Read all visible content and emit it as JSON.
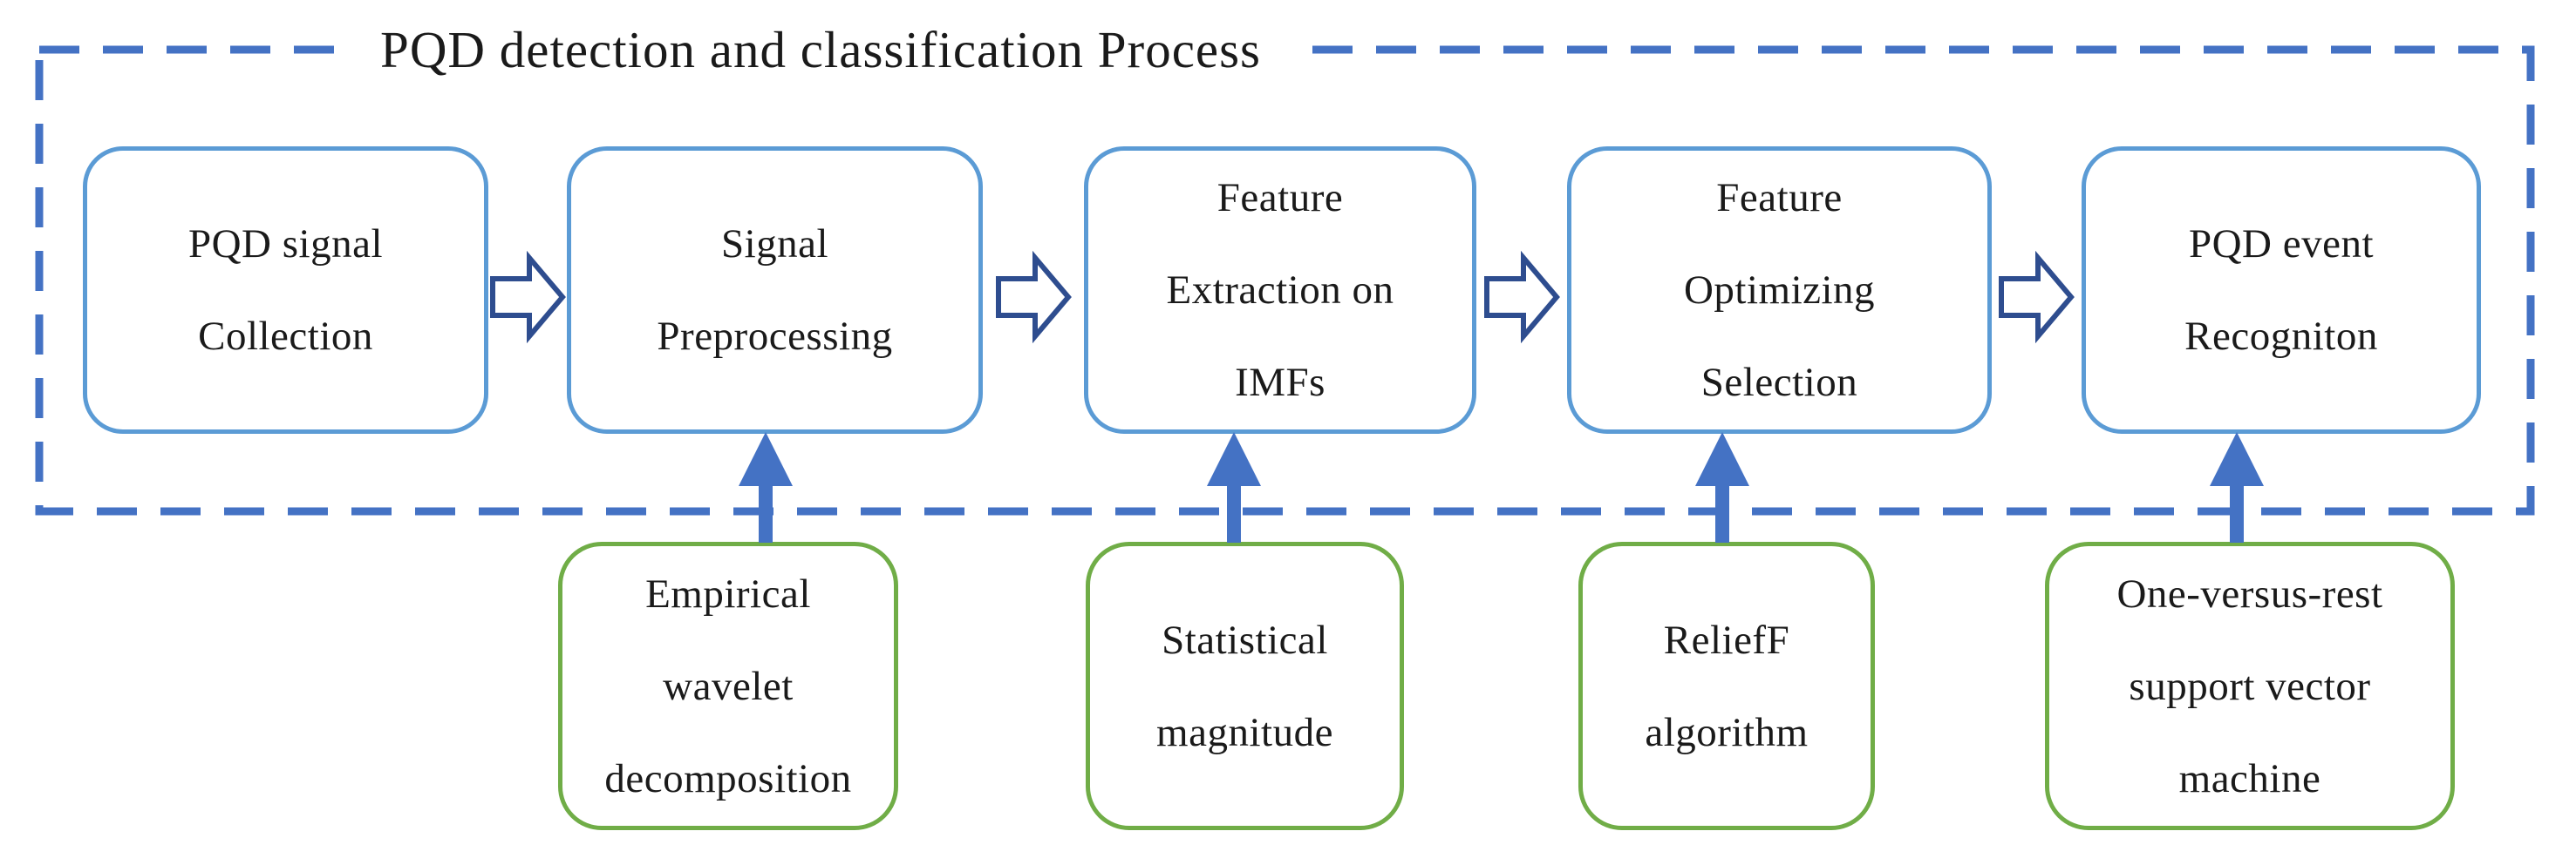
{
  "diagram": {
    "title": "PQD detection and classification Process",
    "colors": {
      "dashed_border": "#4472C4",
      "process_box_border": "#5B9BD5",
      "method_box_border": "#70AD47",
      "flow_arrow_outline": "#2E4D8F",
      "up_arrow_fill": "#4472C4",
      "text": "#1a1a1a"
    },
    "process_steps": [
      {
        "id": "pqd-signal-collection",
        "lines": [
          "PQD signal",
          "Collection"
        ]
      },
      {
        "id": "signal-preprocessing",
        "lines": [
          "Signal",
          "Preprocessing"
        ]
      },
      {
        "id": "feature-extraction-on-imfs",
        "lines": [
          "Feature",
          "Extraction on",
          "IMFs"
        ]
      },
      {
        "id": "feature-optimizing-selection",
        "lines": [
          "Feature",
          "Optimizing",
          "Selection"
        ]
      },
      {
        "id": "pqd-event-recognition",
        "lines": [
          "PQD event",
          "Recogniton"
        ]
      }
    ],
    "methods": [
      {
        "id": "empirical-wavelet-decomposition",
        "lines": [
          "Empirical",
          "wavelet",
          "decomposition"
        ]
      },
      {
        "id": "statistical-magnitude",
        "lines": [
          "Statistical",
          "magnitude"
        ]
      },
      {
        "id": "relieff-algorithm",
        "lines": [
          "ReliefF",
          "algorithm"
        ]
      },
      {
        "id": "one-versus-rest-svm",
        "lines": [
          "One-versus-rest",
          "support vector",
          "machine"
        ]
      }
    ]
  }
}
